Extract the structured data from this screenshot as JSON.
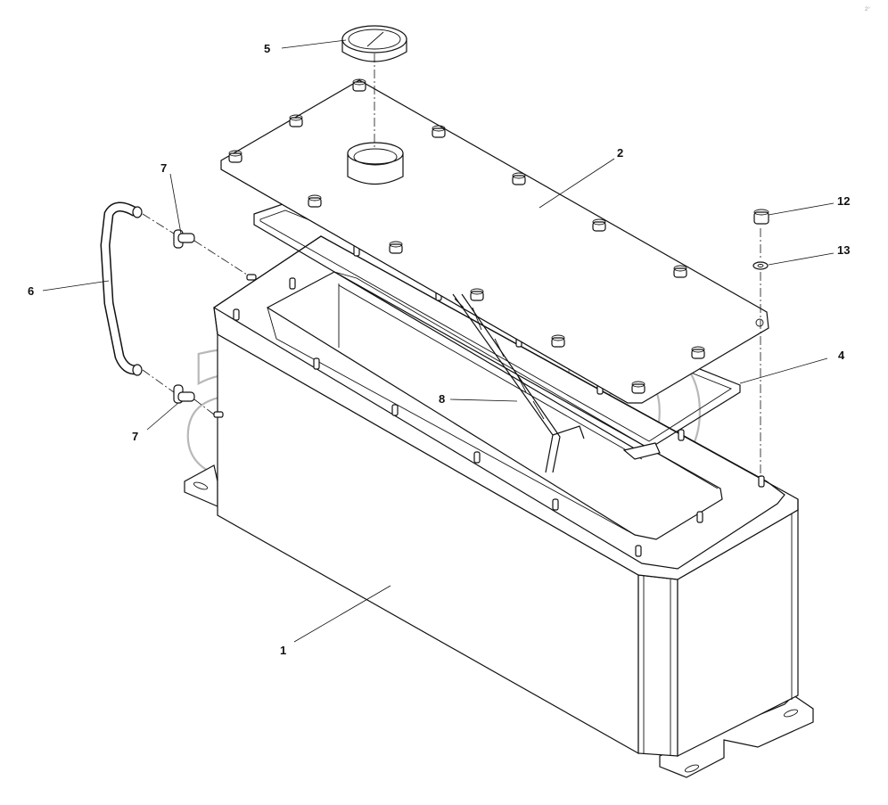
{
  "diagram": {
    "callouts": [
      {
        "id": "1",
        "label": "1"
      },
      {
        "id": "2",
        "label": "2"
      },
      {
        "id": "4",
        "label": "4"
      },
      {
        "id": "5",
        "label": "5"
      },
      {
        "id": "6",
        "label": "6"
      },
      {
        "id": "7a",
        "label": "7"
      },
      {
        "id": "7b",
        "label": "7"
      },
      {
        "id": "8",
        "label": "8"
      },
      {
        "id": "12",
        "label": "12"
      },
      {
        "id": "13",
        "label": "13"
      }
    ],
    "watermark": {
      "text": "amb",
      "trademark": "TM"
    },
    "corner_mark": "2°"
  }
}
